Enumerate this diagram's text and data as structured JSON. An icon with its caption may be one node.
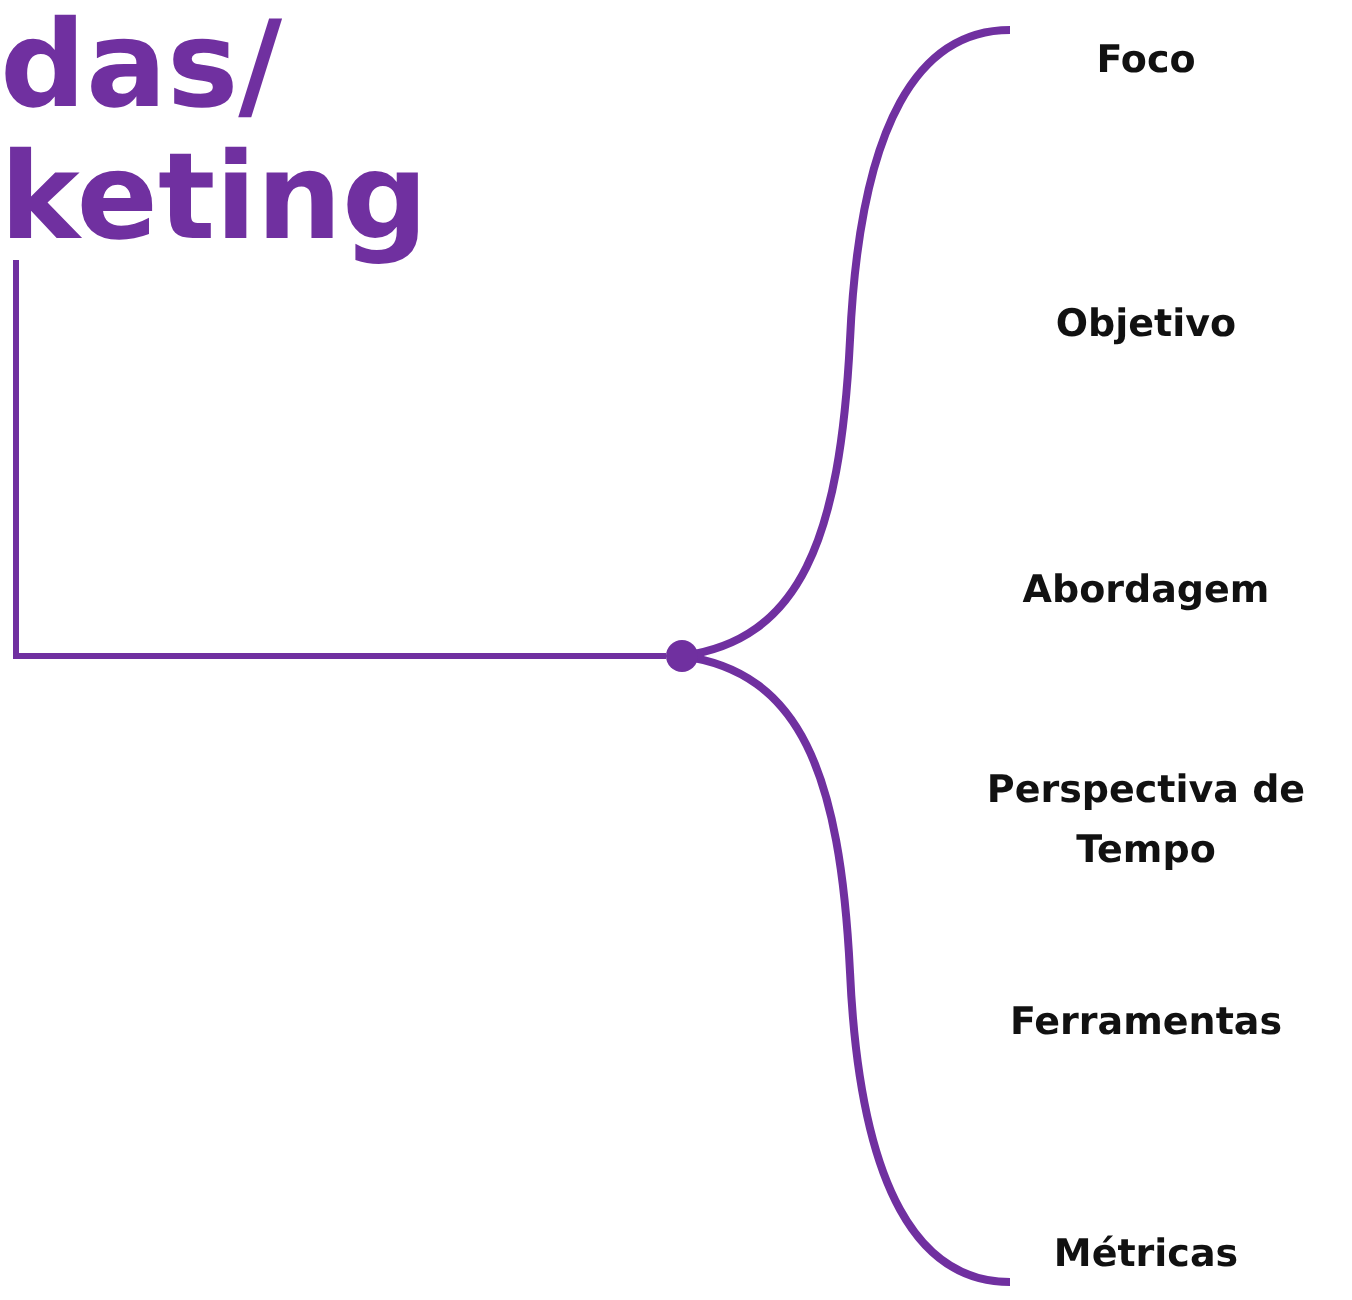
{
  "diagram": {
    "nodes": [
      {
        "text": [
          "das/ keting"
        ]
      },
      {
        "text": [],
        "shape": "circle"
      },
      {
        "text": [
          "Foco"
        ]
      },
      {
        "text": [
          "Objetivo"
        ]
      },
      {
        "text": [
          "Abordagem"
        ]
      },
      {
        "text": [
          "Perspectiva de Tempo"
        ]
      },
      {
        "text": [
          "Ferramentas"
        ]
      },
      {
        "text": [
          "Métricas"
        ]
      }
    ],
    "edges": [
      {
        "from": 0,
        "to": 1,
        "arrow": "none"
      }
    ]
  }
}
